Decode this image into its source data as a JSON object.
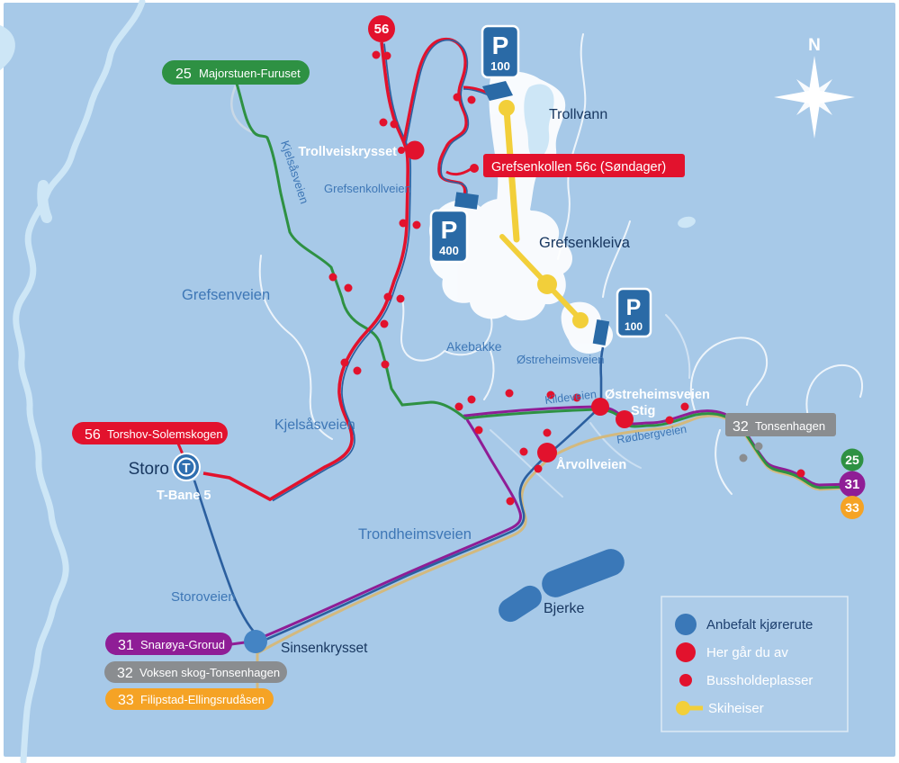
{
  "colors": {
    "map_bg": "#a7c9e8",
    "water": "#cde6f6",
    "red": "#e2122d",
    "green": "#2e9143",
    "purple": "#8f1d96",
    "gray": "#8a8d90",
    "orange": "#f5a325",
    "tan": "#d3b97e",
    "route_blue": "#2b5f9f",
    "parking_blue": "#2a6aa6",
    "lift_yellow": "#f2cf3a",
    "junction_blue": "#4484c4"
  },
  "pills": {
    "p25": {
      "num": "25",
      "name": "Majorstuen-Furuset"
    },
    "p56": {
      "num": "56",
      "name": "Torshov-Solemskogen"
    },
    "p31": {
      "num": "31",
      "name": "Snarøya-Grorud"
    },
    "p32": {
      "num": "32",
      "name": "Voksen skog-Tonsenhagen"
    },
    "p33": {
      "num": "33",
      "name": "Filipstad-Ellingsrudåsen"
    },
    "t32": {
      "num": "32",
      "name": "Tonsenhagen"
    },
    "banner56c": "Grefsenkollen 56c (Søndager)"
  },
  "badges": {
    "top56": "56",
    "end25": "25",
    "end31": "31",
    "end33": "33"
  },
  "parking": {
    "p": "P",
    "sign1": "100",
    "sign2": "400",
    "sign3": "100"
  },
  "stops": {
    "trollveiskrysset": "Trollveiskrysset",
    "ostreheimsveien": "Østreheimsveien",
    "stig": "Stig",
    "arvollveien": "Årvollveien"
  },
  "places": {
    "trollvann": "Trollvann",
    "grefsenkleiva": "Grefsenkleiva",
    "bjerke": "Bjerke",
    "sinsenkrysset": "Sinsenkrysset",
    "storo": "Storo",
    "tbane": "T-Bane 5",
    "t_symbol": "T"
  },
  "roads": {
    "kjelsasveien_top": "Kjelsåsveien",
    "kjelsasveien_mid": "Kjelsåsveien",
    "grefsenveien": "Grefsenveien",
    "grefsenkollveien": "Grefsenkollveien",
    "akebakke": "Akebakke",
    "ostreheimsveien": "Østreheimsveien",
    "kildeveien": "Kildeveien",
    "rodbergveien": "Rødbergveien",
    "trondheimsveien": "Trondheimsveien",
    "storoveien": "Storoveien"
  },
  "legend": {
    "anbefalt": "Anbefalt kjørerute",
    "avstigning": "Her går du av",
    "holdeplasser": "Bussholdeplasser",
    "skiheiser": "Skiheiser"
  },
  "compass": {
    "north": "N"
  }
}
